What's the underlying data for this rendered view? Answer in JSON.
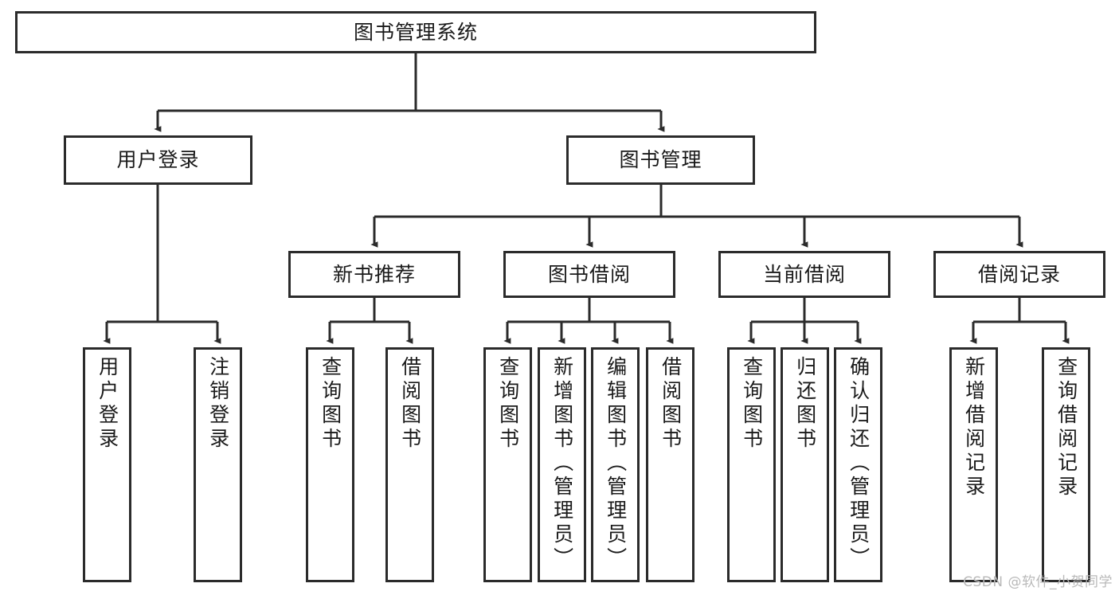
{
  "diagram": {
    "type": "tree",
    "title": "图书管理系统",
    "watermark": "CSDN @软件_小贺同学",
    "colors": {
      "box_border": "#2b2b2b",
      "box_fill": "#ffffff",
      "connector": "#2b2b2b",
      "text": "#1a1a1a",
      "watermark": "#b9b9b9"
    },
    "nodes": {
      "root": {
        "label": "图书管理系统"
      },
      "level1": [
        {
          "id": "user-login",
          "label": "用户登录"
        },
        {
          "id": "book-manage",
          "label": "图书管理"
        }
      ],
      "level2": [
        {
          "id": "new-book-recommend",
          "label": "新书推荐"
        },
        {
          "id": "book-borrow",
          "label": "图书借阅"
        },
        {
          "id": "current-borrow",
          "label": "当前借阅"
        },
        {
          "id": "borrow-record",
          "label": "借阅记录"
        }
      ],
      "leaves": {
        "user-login": [
          {
            "id": "leaf-user-login",
            "label": "用户登录"
          },
          {
            "id": "leaf-logout-login",
            "label": "注销登录"
          }
        ],
        "new-book-recommend": [
          {
            "id": "leaf-query-book-1",
            "label": "查询图书"
          },
          {
            "id": "leaf-borrow-book-1",
            "label": "借阅图书"
          }
        ],
        "book-borrow": [
          {
            "id": "leaf-query-book-2",
            "label": "查询图书"
          },
          {
            "id": "leaf-add-book",
            "label": "新增图书（管理员）"
          },
          {
            "id": "leaf-edit-book",
            "label": "编辑图书（管理员）"
          },
          {
            "id": "leaf-borrow-book-2",
            "label": "借阅图书"
          }
        ],
        "current-borrow": [
          {
            "id": "leaf-query-book-3",
            "label": "查询图书"
          },
          {
            "id": "leaf-return-book",
            "label": "归还图书"
          },
          {
            "id": "leaf-confirm-return",
            "label": "确认归还（管理员）"
          }
        ],
        "borrow-record": [
          {
            "id": "leaf-add-record",
            "label": "新增借阅记录"
          },
          {
            "id": "leaf-query-record",
            "label": "查询借阅记录"
          }
        ]
      }
    }
  }
}
